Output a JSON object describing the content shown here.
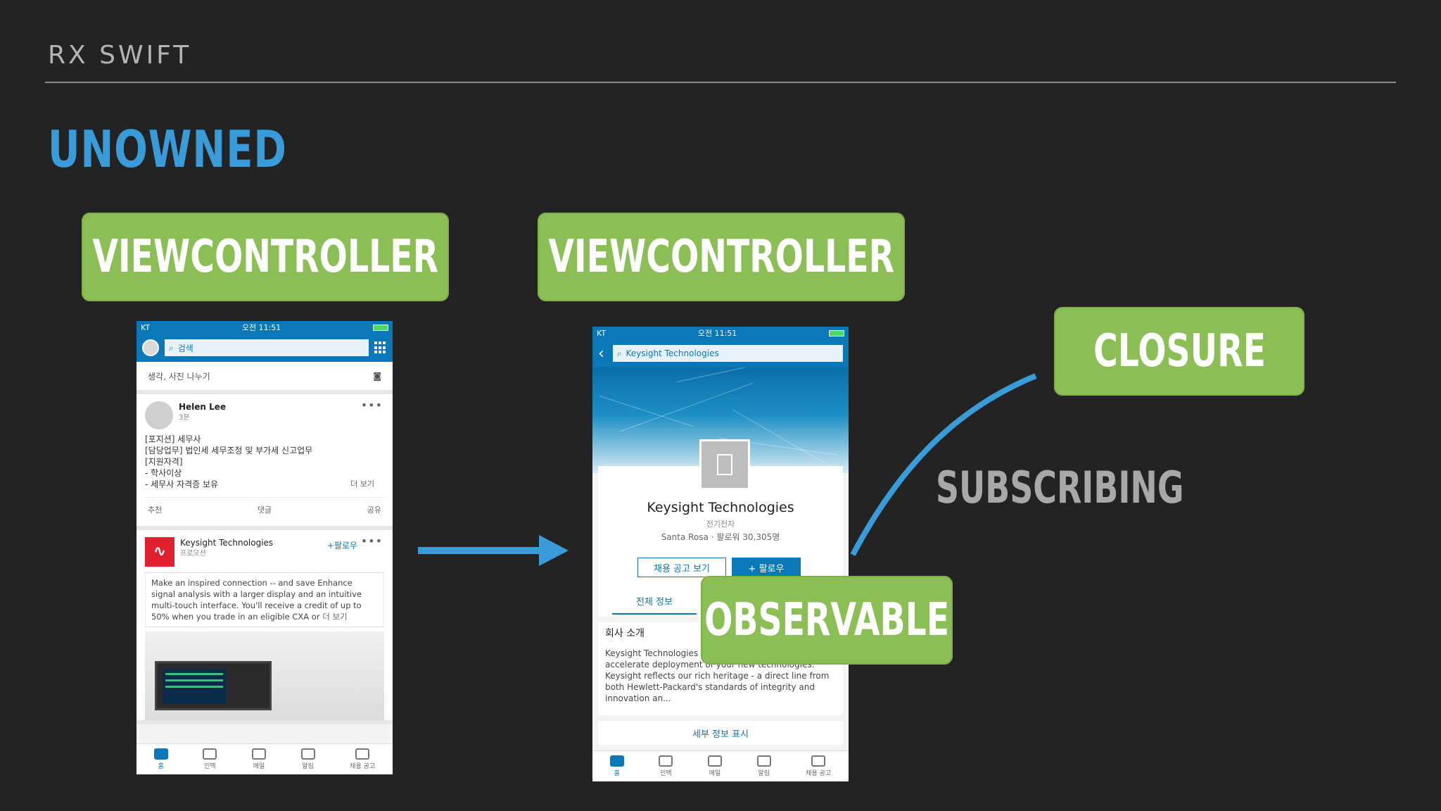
{
  "slide": {
    "header": "RX SWIFT",
    "title": "UNOWNED",
    "vc_left": "VIEWCONTROLLER",
    "vc_right": "VIEWCONTROLLER",
    "closure": "CLOSURE",
    "observable": "OBSERVABLE",
    "subscribing": "SUBSCRIBING"
  },
  "colors": {
    "background": "#232323",
    "accent_blue": "#3a9bd9",
    "box_green": "#8bbf55",
    "linkedin_blue": "#0a78b8"
  },
  "phone1": {
    "status": {
      "carrier": "KT",
      "time": "오전 11:51"
    },
    "search_placeholder": "검색",
    "share_prompt": "생각, 사진 나누기",
    "post": {
      "author": "Helen Lee",
      "age": "3분",
      "lines": [
        "[포지션] 세무사",
        "[담당업무] 법인세 세무조정 및 부가세 신고업무",
        "[지원자격]",
        "- 학사이상",
        "- 세무사 자격증 보유"
      ],
      "more": "더 보기",
      "actions": [
        "추천",
        "댓글",
        "공유"
      ]
    },
    "promo": {
      "company": "Keysight Technologies",
      "label": "프로모션",
      "follow": "+팔로우",
      "text": "Make an inspired connection -- and save Enhance signal analysis with a larger display and an intuitive multi-touch interface. You'll receive a credit of up to 50% when you trade in an eligible CXA or",
      "more": "더 보기"
    },
    "tabs": [
      "홈",
      "인맥",
      "메일",
      "알림",
      "채용 공고"
    ]
  },
  "phone2": {
    "status": {
      "carrier": "KT",
      "time": "오전 11:51"
    },
    "search_value": "Keysight Technologies",
    "company": "Keysight Technologies",
    "category": "전기전자",
    "location": "Santa Rosa · 팔로워 30,305명",
    "jobs_button": "채용 공고 보기",
    "follow_button": "+ 팔로우",
    "tab_label": "전체 정보",
    "about_title": "회사 소개",
    "about_text": "Keysight Technologies ... products in the industry to accelerate deployment of your new technologies. Keysight reflects our rich heritage - a direct line from both Hewlett-Packard's standards of integrity and innovation an...",
    "detail_link": "세부 정보 표시",
    "tabs": [
      "홈",
      "인맥",
      "메일",
      "알림",
      "채용 공고"
    ]
  }
}
